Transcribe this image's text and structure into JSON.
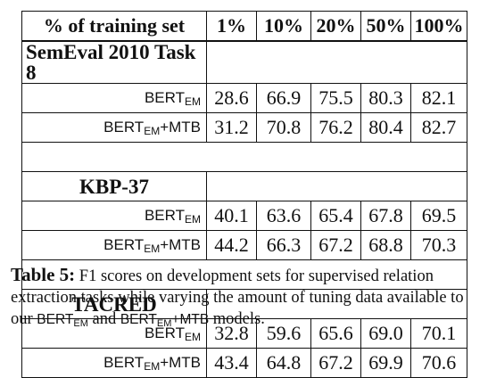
{
  "table": {
    "header": {
      "label": "% of training set",
      "columns": [
        "1%",
        "10%",
        "20%",
        "50%",
        "100%"
      ]
    },
    "groups": [
      {
        "title": "SemEval 2010 Task 8",
        "rows": [
          {
            "model": "BERT",
            "sub": "EM",
            "suffix": "",
            "values": [
              "28.6",
              "66.9",
              "75.5",
              "80.3",
              "82.1"
            ]
          },
          {
            "model": "BERT",
            "sub": "EM",
            "suffix": "+MTB",
            "values": [
              "31.2",
              "70.8",
              "76.2",
              "80.4",
              "82.7"
            ]
          }
        ]
      },
      {
        "title": "KBP-37",
        "rows": [
          {
            "model": "BERT",
            "sub": "EM",
            "suffix": "",
            "values": [
              "40.1",
              "63.6",
              "65.4",
              "67.8",
              "69.5"
            ]
          },
          {
            "model": "BERT",
            "sub": "EM",
            "suffix": "+MTB",
            "values": [
              "44.2",
              "66.3",
              "67.2",
              "68.8",
              "70.3"
            ]
          }
        ]
      },
      {
        "title": "TACRED",
        "rows": [
          {
            "model": "BERT",
            "sub": "EM",
            "suffix": "",
            "values": [
              "32.8",
              "59.6",
              "65.6",
              "69.0",
              "70.1"
            ]
          },
          {
            "model": "BERT",
            "sub": "EM",
            "suffix": "+MTB",
            "values": [
              "43.4",
              "64.8",
              "67.2",
              "69.9",
              "70.6"
            ]
          }
        ]
      }
    ]
  },
  "caption": {
    "label": "Table 5:",
    "text_1": " F1 scores on development sets for supervised relation extraction tasks while varying the amount of tuning data available to our ",
    "model_1": "BERT",
    "model_1_sub": "EM",
    "text_2": " and ",
    "model_2": "BERT",
    "model_2_sub": "EM",
    "model_2_suffix": "+MTB",
    "text_3": " models."
  }
}
